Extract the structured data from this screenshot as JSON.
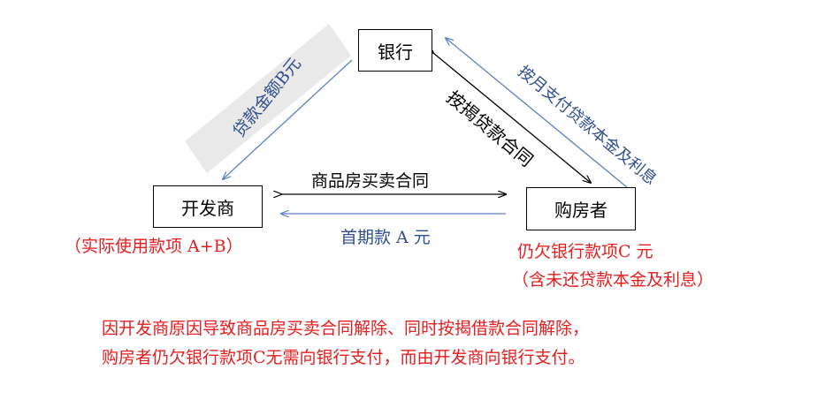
{
  "nodes": {
    "bank": "银行",
    "developer": "开发商",
    "buyer": "购房者"
  },
  "edges": {
    "loan_amount": "贷款金额B元",
    "monthly_payment": "按月支付贷款本金及利息",
    "mortgage_contract": "按揭贷款合同",
    "sale_contract": "商品房买卖合同",
    "down_payment": "首期款 A 元"
  },
  "annotations": {
    "developer_actual_used": "（实际使用款项 A+B）",
    "buyer_owes_line1": "仍欠银行款项C 元",
    "buyer_owes_line2": "（含未还贷款本金及利息）"
  },
  "conclusion": {
    "line1": "因开发商原因导致商品房买卖合同解除、同时按揭借款合同解除，",
    "line2": "购房者仍欠银行款项C无需向银行支付，而由开发商向银行支付。"
  },
  "colors": {
    "black_text": "#000000",
    "blue_text": "#2f4f8f",
    "red_text": "#e41e1e",
    "blue_arrow": "#5b7fc6",
    "loan_highlight": "#e9e9e9"
  }
}
